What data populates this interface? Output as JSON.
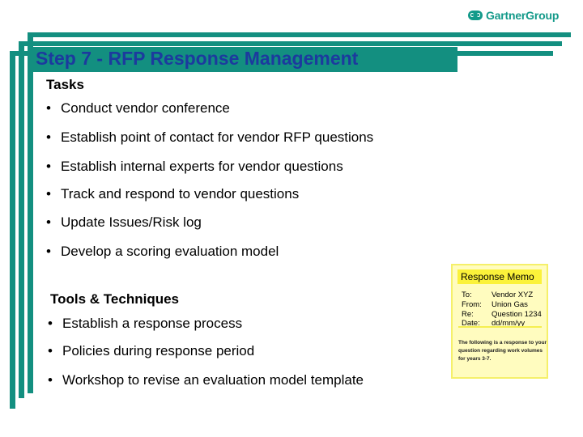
{
  "brand": {
    "logo_text": "GartnerGroup",
    "color": "#149a8a"
  },
  "frame": {
    "color": "#138f80"
  },
  "slide": {
    "title": "Step 7 - RFP Response Management",
    "title_color": "#1c3a9e",
    "tasks": {
      "heading": "Tasks",
      "items": [
        "Conduct vendor conference",
        "Establish point of contact for vendor RFP questions",
        "Establish internal experts for vendor questions",
        "Track and respond to vendor questions",
        "Update Issues/Risk log",
        "Develop a scoring evaluation model"
      ]
    },
    "tools": {
      "heading": "Tools & Techniques",
      "items": [
        "Establish a response process",
        "Policies during response period",
        "Workshop to revise an evaluation model template"
      ]
    },
    "bullet_glyph": "•"
  },
  "memo": {
    "title": "Response Memo",
    "rows": [
      {
        "label": "To:",
        "value": "Vendor XYZ"
      },
      {
        "label": "From:",
        "value": "Union Gas"
      },
      {
        "label": "Re:",
        "value": "Question 1234"
      },
      {
        "label": "Date:",
        "value": "dd/mm/yy"
      }
    ],
    "body": "The following is a response to your question regarding work volumes for years 3-7.",
    "bg_color": "#fffcbf",
    "highlight_color": "#fbf23a"
  }
}
